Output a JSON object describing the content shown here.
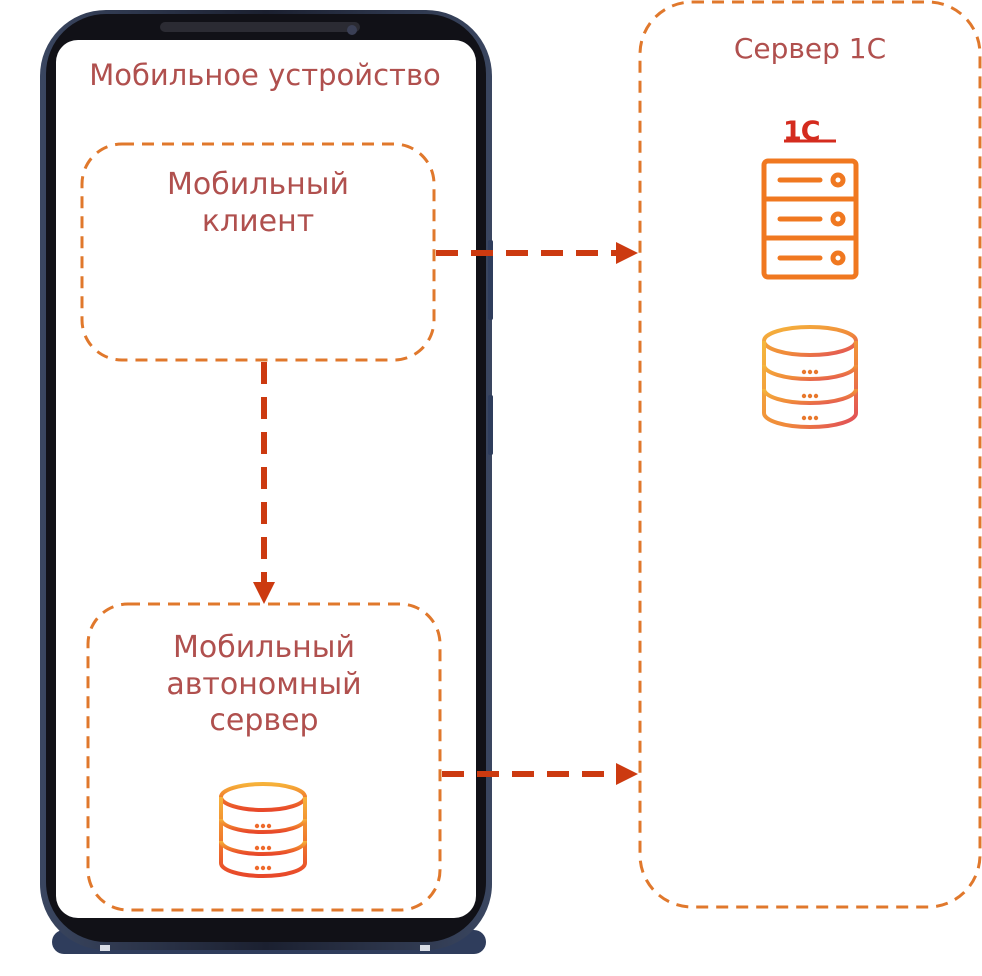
{
  "device": {
    "title": "Мобильное устройство"
  },
  "mobile_client": {
    "line1": "Мобильный",
    "line2": "клиент"
  },
  "mobile_server": {
    "line1": "Мобильный",
    "line2": "автономный",
    "line3": "сервер"
  },
  "server_1c": {
    "title": "Сервер 1С",
    "logo_text": "1С"
  },
  "colors": {
    "label": "#b0504e",
    "dash_box": "#e0782c",
    "arrow": "#cc3a10",
    "phone_frame": "#1e1e26"
  }
}
